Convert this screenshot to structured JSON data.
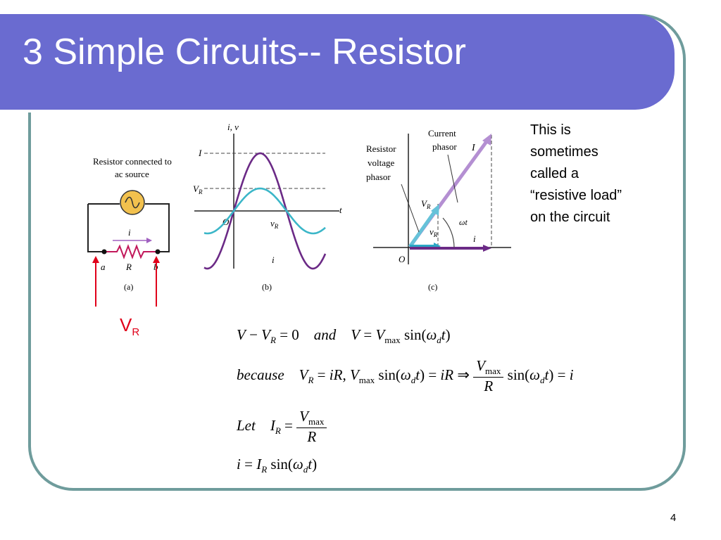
{
  "slide": {
    "title": "3 Simple Circuits-- Resistor",
    "page_number": "4",
    "note_lines": [
      "This is",
      "sometimes",
      "called a",
      "“resistive load”",
      "on the circuit"
    ],
    "vr_label_main": "V",
    "vr_label_sub": "R"
  },
  "figure_a": {
    "caption_line1": "Resistor connected to",
    "caption_line2": "ac source",
    "current_label": "i",
    "node_a": "a",
    "resistor_label": "R",
    "node_b": "b",
    "panel": "(a)"
  },
  "figure_b": {
    "axis_y": "i, v",
    "axis_x": "t",
    "origin": "O",
    "peak_I": "I",
    "peak_VR": "V",
    "peak_VR_sub": "R",
    "curve_vR": "v",
    "curve_vR_sub": "R",
    "curve_i": "i",
    "panel": "(b)"
  },
  "figure_c": {
    "label_current_line1": "Current",
    "label_current_line2": "phasor",
    "label_resistor_line1": "Resistor",
    "label_resistor_line2": "voltage",
    "label_resistor_line3": "phasor",
    "phasor_I": "I",
    "phasor_VR": "V",
    "phasor_VR_sub": "R",
    "proj_vR": "v",
    "proj_vR_sub": "R",
    "proj_i": "i",
    "angle": "ωt",
    "origin": "O",
    "panel": "(c)"
  },
  "colors": {
    "title_bar": "#6a6bd0",
    "frame_border": "#6f9c9c",
    "current_curve": "#6b2a86",
    "voltage_curve": "#3bb6c8",
    "arrow_red": "#e0001a",
    "source_yellow": "#f2c14e"
  }
}
